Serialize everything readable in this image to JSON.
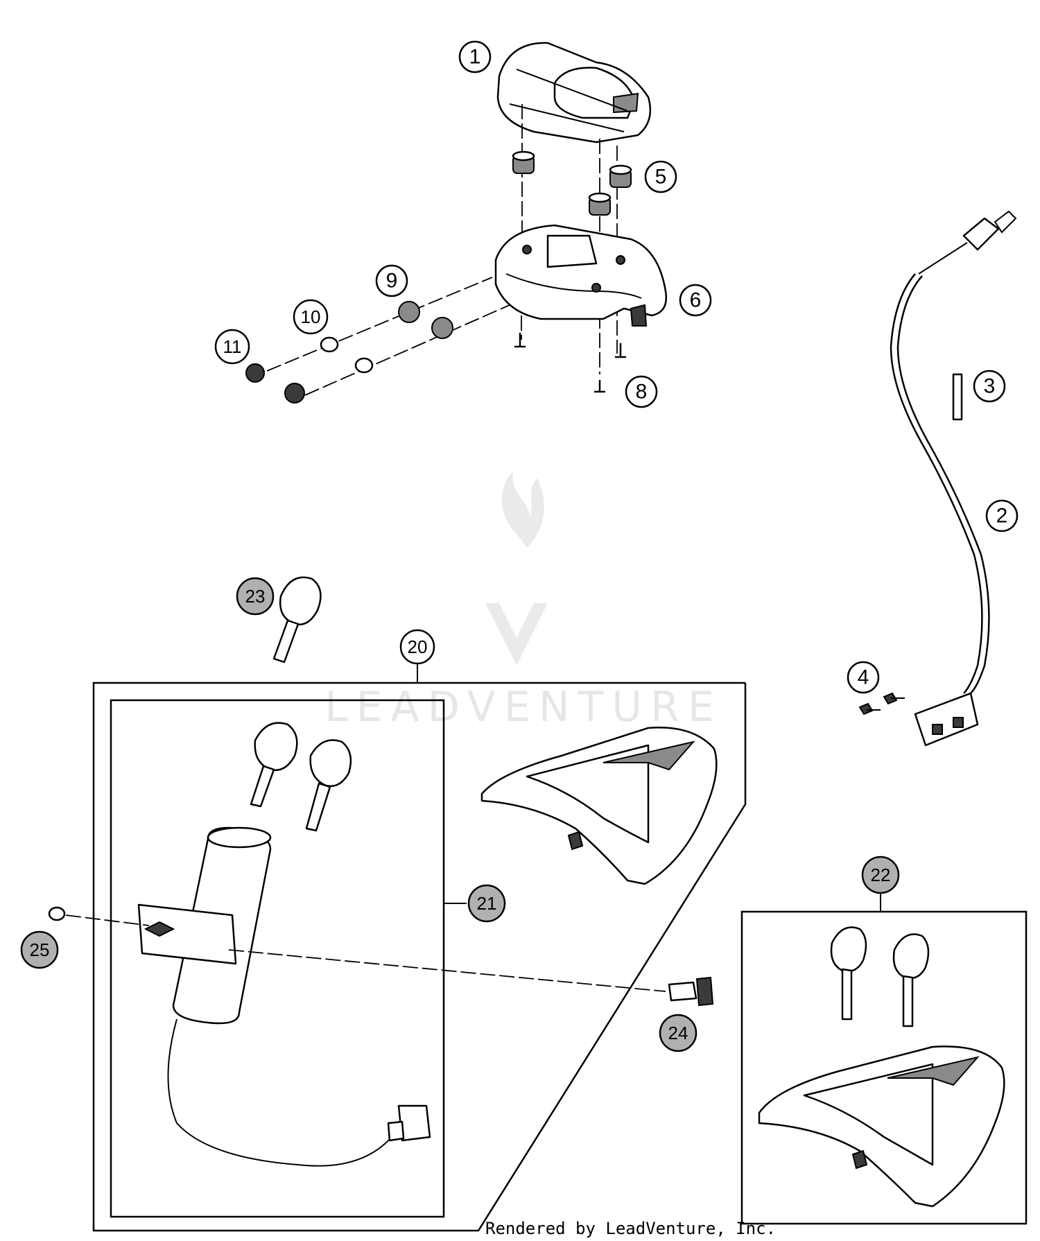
{
  "watermark": {
    "text": "LEADVENTURE"
  },
  "footer": {
    "credit": "Rendered by LeadVenture, Inc."
  },
  "callouts": {
    "c1": "1",
    "c2": "2",
    "c3": "3",
    "c4": "4",
    "c5": "5",
    "c6": "6",
    "c8": "8",
    "c9": "9",
    "c10": "10",
    "c11": "11",
    "c20": "20",
    "c21": "21",
    "c22": "22",
    "c23": "23",
    "c24": "24",
    "c25": "25"
  },
  "colors": {
    "line": "#000000",
    "watermark": "#e4e4e4",
    "part_fill": "#ffffff"
  }
}
